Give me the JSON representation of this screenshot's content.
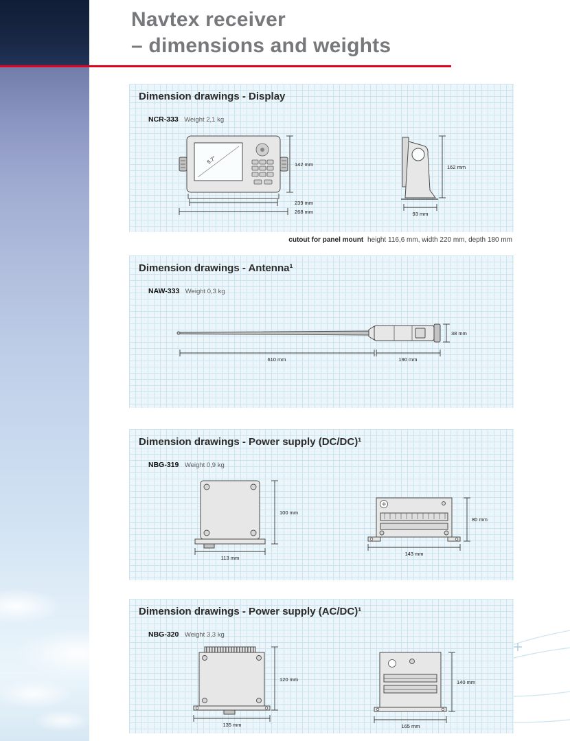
{
  "page": {
    "title_line1": "Navtex receiver",
    "title_line2": "– dimensions and weights"
  },
  "notes": {
    "cutout_label": "cutout for panel mount",
    "cutout_value": "height 116,6 mm, width 220 mm, depth 180 mm"
  },
  "panels": {
    "display": {
      "heading": "Dimension drawings - Display",
      "model": "NCR-333",
      "weight": "Weight 2,1 kg",
      "screen_size": "5.7\"",
      "dims": {
        "front_height": "142 mm",
        "front_width_body": "239 mm",
        "front_width_total": "268 mm",
        "side_height": "162 mm",
        "side_depth": "93 mm"
      }
    },
    "antenna": {
      "heading": "Dimension drawings - Antenna¹",
      "model": "NAW-333",
      "weight": "Weight 0,3 kg",
      "dims": {
        "whip_length": "610 mm",
        "body_length": "190 mm",
        "diameter": "38 mm"
      }
    },
    "dcdc": {
      "heading": "Dimension drawings - Power supply (DC/DC)¹",
      "model": "NBG-319",
      "weight": "Weight 0,9 kg",
      "dims": {
        "front_height": "100 mm",
        "front_width": "113 mm",
        "side_width": "143 mm",
        "side_height": "80 mm"
      }
    },
    "acdc": {
      "heading": "Dimension drawings - Power supply (AC/DC)¹",
      "model": "NBG-320",
      "weight": "Weight 3,3 kg",
      "dims": {
        "front_height": "120 mm",
        "front_width": "135 mm",
        "side_width": "165 mm",
        "side_height": "140 mm"
      }
    }
  },
  "colors": {
    "accent_red": "#e4001f",
    "panel_bg": "#ecf6fa",
    "panel_grid": "#cbe4ef",
    "title_gray": "#77787b"
  }
}
